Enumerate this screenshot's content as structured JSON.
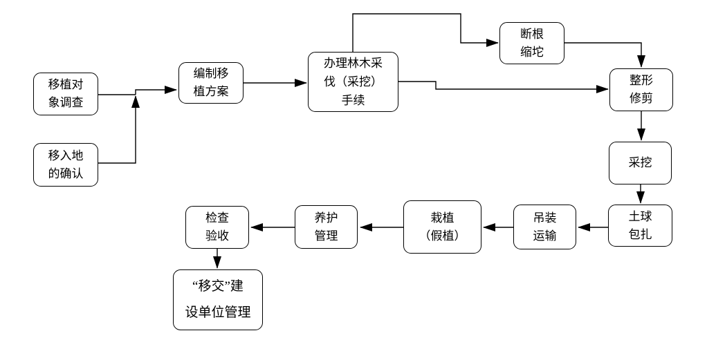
{
  "diagram_type": "flowchart",
  "colors": {
    "background": "#ffffff",
    "line": "#000000",
    "box_border": "#000000",
    "box_fill": "#ffffff",
    "text": "#000000"
  },
  "nodes": {
    "survey": {
      "label": "移植对\n象调查"
    },
    "destination": {
      "label": "移入地\n的确认"
    },
    "plan": {
      "label": "编制移\n植方案"
    },
    "permit": {
      "label": "办理林木采\n伐（采挖）\n手续"
    },
    "root_cut": {
      "label": "断根\n缩坨"
    },
    "pruning": {
      "label": "整形\n修剪"
    },
    "digging": {
      "label": "采挖"
    },
    "ball_wrap": {
      "label": "土球\n包扎"
    },
    "transport": {
      "label": "吊装\n运输"
    },
    "planting": {
      "label": "栽植\n（假植）"
    },
    "maintenance": {
      "label": "养护\n管理"
    },
    "inspection": {
      "label": "检查\n验收"
    },
    "handover": {
      "label": "“移交”建\n设单位管理"
    }
  },
  "edges": [
    {
      "from": "survey",
      "to": "plan"
    },
    {
      "from": "destination",
      "to": "plan"
    },
    {
      "from": "plan",
      "to": "permit"
    },
    {
      "from": "permit",
      "to": "root_cut"
    },
    {
      "from": "permit",
      "to": "pruning"
    },
    {
      "from": "root_cut",
      "to": "pruning"
    },
    {
      "from": "pruning",
      "to": "digging"
    },
    {
      "from": "digging",
      "to": "ball_wrap"
    },
    {
      "from": "ball_wrap",
      "to": "transport"
    },
    {
      "from": "transport",
      "to": "planting"
    },
    {
      "from": "planting",
      "to": "maintenance"
    },
    {
      "from": "maintenance",
      "to": "inspection"
    },
    {
      "from": "inspection",
      "to": "handover"
    }
  ]
}
